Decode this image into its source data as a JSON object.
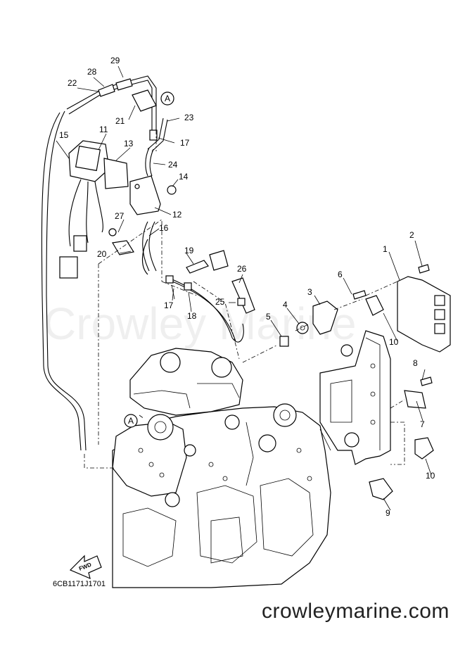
{
  "diagram": {
    "drawing_code": "6CB1171J1701",
    "watermark": "Crowley Marine",
    "fwd_label": "FWD",
    "reference_marker": "A",
    "callouts": [
      "1",
      "2",
      "3",
      "4",
      "5",
      "6",
      "7",
      "8",
      "9",
      "10",
      "11",
      "12",
      "13",
      "14",
      "15",
      "16",
      "17",
      "18",
      "19",
      "20",
      "21",
      "22",
      "23",
      "24",
      "25",
      "26",
      "27",
      "28",
      "29"
    ]
  },
  "footer": {
    "website": "crowleymarine.com"
  }
}
